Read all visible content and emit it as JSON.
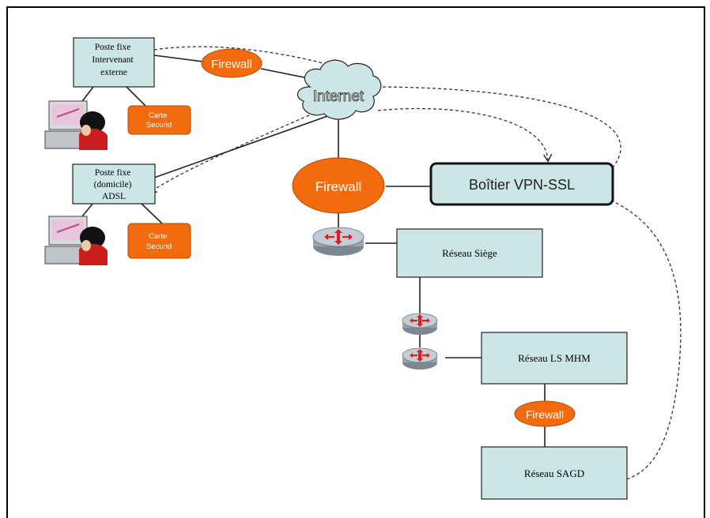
{
  "nodes": {
    "poste_externe": {
      "lines": [
        "Poste fixe",
        "Intervenant",
        "externe"
      ]
    },
    "poste_domicile": {
      "lines": [
        "Poste fixe",
        "(domicile)",
        "ADSL"
      ]
    },
    "carte_1": {
      "lines": [
        "Carte",
        "Securid"
      ]
    },
    "carte_2": {
      "lines": [
        "Carte",
        "Securid"
      ]
    },
    "firewall_top": {
      "label": "Firewall"
    },
    "firewall_main": {
      "label": "Firewall"
    },
    "firewall_bottom": {
      "label": "Firewall"
    },
    "internet": {
      "label": "Internet"
    },
    "vpn": {
      "label": "Boîtier VPN-SSL"
    },
    "reseau_siege": {
      "label": "Réseau Siège"
    },
    "reseau_ls": {
      "label": "Réseau LS MHM"
    },
    "reseau_sagd": {
      "label": "Réseau SAGD"
    }
  },
  "colors": {
    "box_fill": "#cce6e6",
    "firewall_fill": "#f26b0f",
    "carte_fill": "#f26b0f",
    "router_red": "#e8191c",
    "router_gray": "#9aa4ae"
  }
}
